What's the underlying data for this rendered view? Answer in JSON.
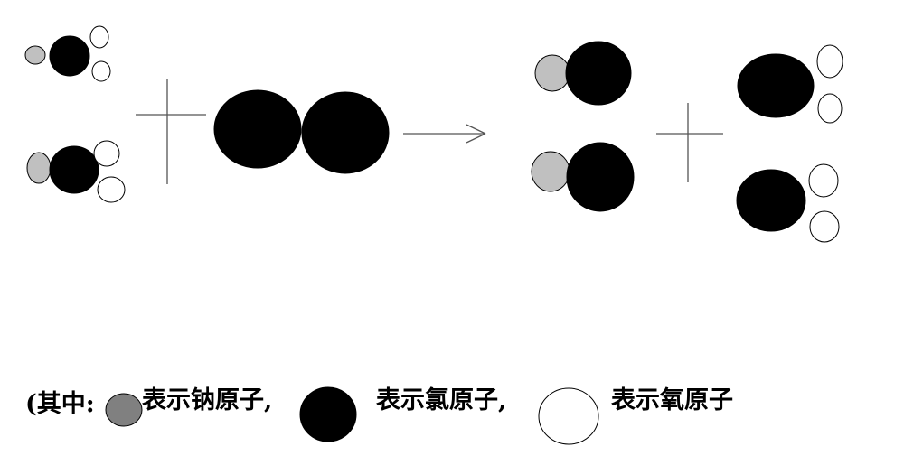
{
  "colors": {
    "sodium": "#c0c0c0",
    "sodium_legend": "#808080",
    "chlorine": "#000000",
    "oxygen": "#ffffff",
    "stroke": "#000000",
    "line": "#555555"
  },
  "legend": {
    "prefix": "(其中:",
    "sodium_label": "表示钠原子,",
    "chlorine_label": "表示氯原子,",
    "oxygen_label": "表示氧原子"
  }
}
